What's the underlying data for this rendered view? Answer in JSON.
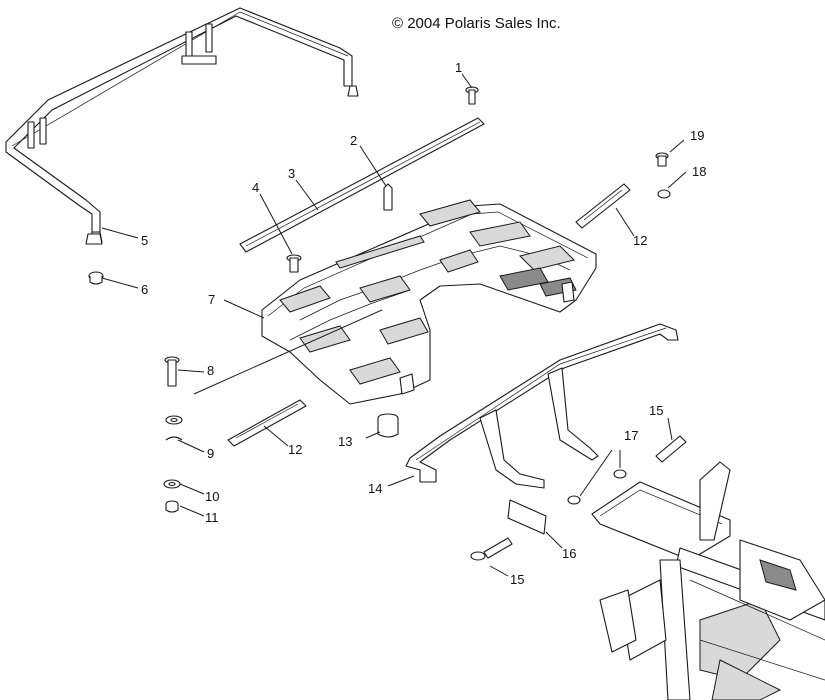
{
  "copyright": "© 2004 Polaris Sales Inc.",
  "callouts": [
    {
      "id": "c1",
      "text": "1"
    },
    {
      "id": "c2",
      "text": "2"
    },
    {
      "id": "c3",
      "text": "3"
    },
    {
      "id": "c4",
      "text": "4"
    },
    {
      "id": "c5",
      "text": "5"
    },
    {
      "id": "c6",
      "text": "6"
    },
    {
      "id": "c7",
      "text": "7"
    },
    {
      "id": "c8",
      "text": "8"
    },
    {
      "id": "c9",
      "text": "9"
    },
    {
      "id": "c10",
      "text": "10"
    },
    {
      "id": "c11",
      "text": "11"
    },
    {
      "id": "c12a",
      "text": "12"
    },
    {
      "id": "c12b",
      "text": "12"
    },
    {
      "id": "c13",
      "text": "13"
    },
    {
      "id": "c14",
      "text": "14"
    },
    {
      "id": "c15a",
      "text": "15"
    },
    {
      "id": "c15b",
      "text": "15"
    },
    {
      "id": "c16",
      "text": "16"
    },
    {
      "id": "c17",
      "text": "17"
    },
    {
      "id": "c18",
      "text": "18"
    },
    {
      "id": "c19",
      "text": "19"
    }
  ]
}
